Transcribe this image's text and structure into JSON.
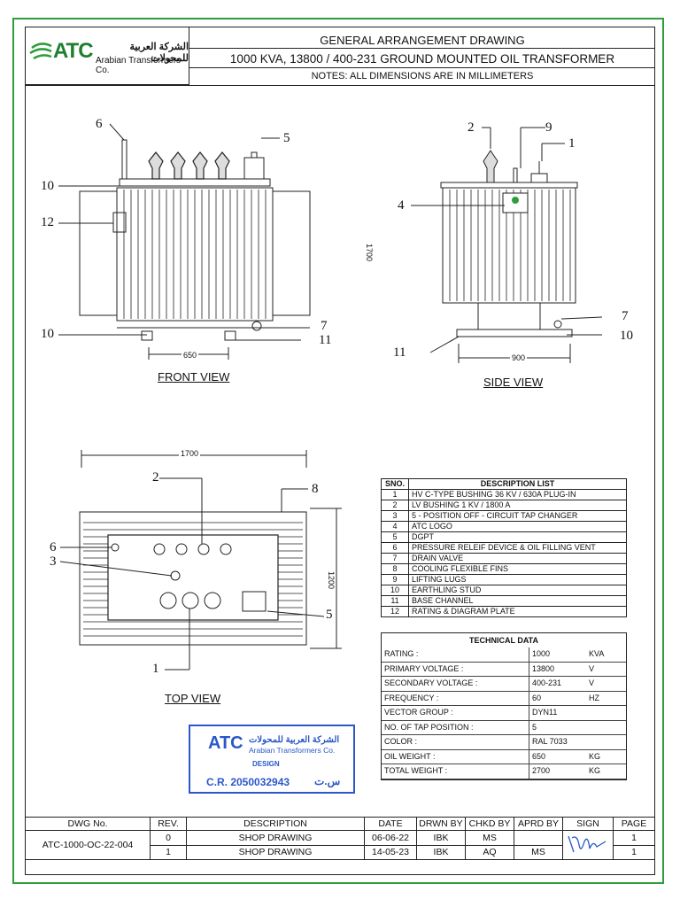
{
  "header": {
    "company_arabic": "الشركة العربية للمحولات",
    "company_english": "Arabian Transformers Co.",
    "logo_text": "ATC",
    "title_line1": "GENERAL ARRANGEMENT DRAWING",
    "title_line2": "1000 KVA, 13800 / 400-231 GROUND MOUNTED OIL TRANSFORMER",
    "title_line3": "NOTES: ALL DIMENSIONS ARE IN MILLIMETERS"
  },
  "views": {
    "front": {
      "label": "FRONT VIEW",
      "dim_width": "650",
      "dim_height": "1700",
      "callouts": [
        "6",
        "5",
        "10",
        "12",
        "10",
        "7",
        "11"
      ]
    },
    "side": {
      "label": "SIDE VIEW",
      "dim_width": "900",
      "callouts": [
        "2",
        "9",
        "1",
        "4",
        "7",
        "11",
        "10"
      ]
    },
    "top": {
      "label": "TOP VIEW",
      "dim_width": "1700",
      "dim_height": "1200",
      "callouts": [
        "2",
        "8",
        "6",
        "3",
        "5",
        "1"
      ]
    }
  },
  "description_list": {
    "headers": [
      "SNO.",
      "DESCRIPTION LIST"
    ],
    "rows": [
      [
        "1",
        "HV C-TYPE BUSHING 36 KV / 630A PLUG-IN"
      ],
      [
        "2",
        "LV BUSHING 1 KV / 1800 A"
      ],
      [
        "3",
        "5 - POSITION OFF - CIRCUIT TAP CHANGER"
      ],
      [
        "4",
        "ATC LOGO"
      ],
      [
        "5",
        "DGPT"
      ],
      [
        "6",
        "PRESSURE RELEIF DEVICE & OIL FILLING VENT"
      ],
      [
        "7",
        "DRAIN VALVE"
      ],
      [
        "8",
        "COOLING FLEXIBLE FINS"
      ],
      [
        "9",
        "LIFTING LUGS"
      ],
      [
        "10",
        "EARTHLING STUD"
      ],
      [
        "11",
        "BASE CHANNEL"
      ],
      [
        "12",
        "RATING & DIAGRAM PLATE"
      ]
    ]
  },
  "technical_data": {
    "title": "TECHNICAL DATA",
    "rows": [
      [
        "RATING :",
        "1000",
        "KVA"
      ],
      [
        "PRIMARY VOLTAGE :",
        "13800",
        "V"
      ],
      [
        "SECONDARY VOLTAGE :",
        "400-231",
        "V"
      ],
      [
        "FREQUENCY :",
        "60",
        "HZ"
      ],
      [
        "VECTOR GROUP :",
        "DYN11",
        ""
      ],
      [
        "NO. OF TAP POSITION :",
        "5",
        ""
      ],
      [
        "COLOR :",
        "RAL 7033",
        ""
      ],
      [
        "OIL WEIGHT :",
        "650",
        "KG"
      ],
      [
        "TOTAL WEIGHT :",
        "2700",
        "KG"
      ]
    ]
  },
  "stamp": {
    "logo_text": "ATC",
    "company_arabic": "الشركة العربية للمحولات",
    "company_english": "Arabian Transformers Co.",
    "department": "DESIGN",
    "cr_number": "C.R. 2050032943",
    "cr_arabic": "س.ت"
  },
  "title_block": {
    "headers": [
      "DWG No.",
      "REV.",
      "DESCRIPTION",
      "DATE",
      "DRWN BY",
      "CHKD BY",
      "APRD BY",
      "SIGN",
      "PAGE"
    ],
    "dwg_no": "ATC-1000-OC-22-004",
    "revisions": [
      {
        "rev": "0",
        "description": "SHOP DRAWING",
        "date": "06-06-22",
        "drwn": "IBK",
        "chkd": "MS",
        "aprd": "",
        "page": "1"
      },
      {
        "rev": "1",
        "description": "SHOP DRAWING",
        "date": "14-05-23",
        "drwn": "IBK",
        "chkd": "AQ",
        "aprd": "MS",
        "page": "1"
      }
    ]
  },
  "colors": {
    "border_green": "#2e9e3c",
    "stamp_blue": "#2b57c8",
    "line": "#222222"
  }
}
